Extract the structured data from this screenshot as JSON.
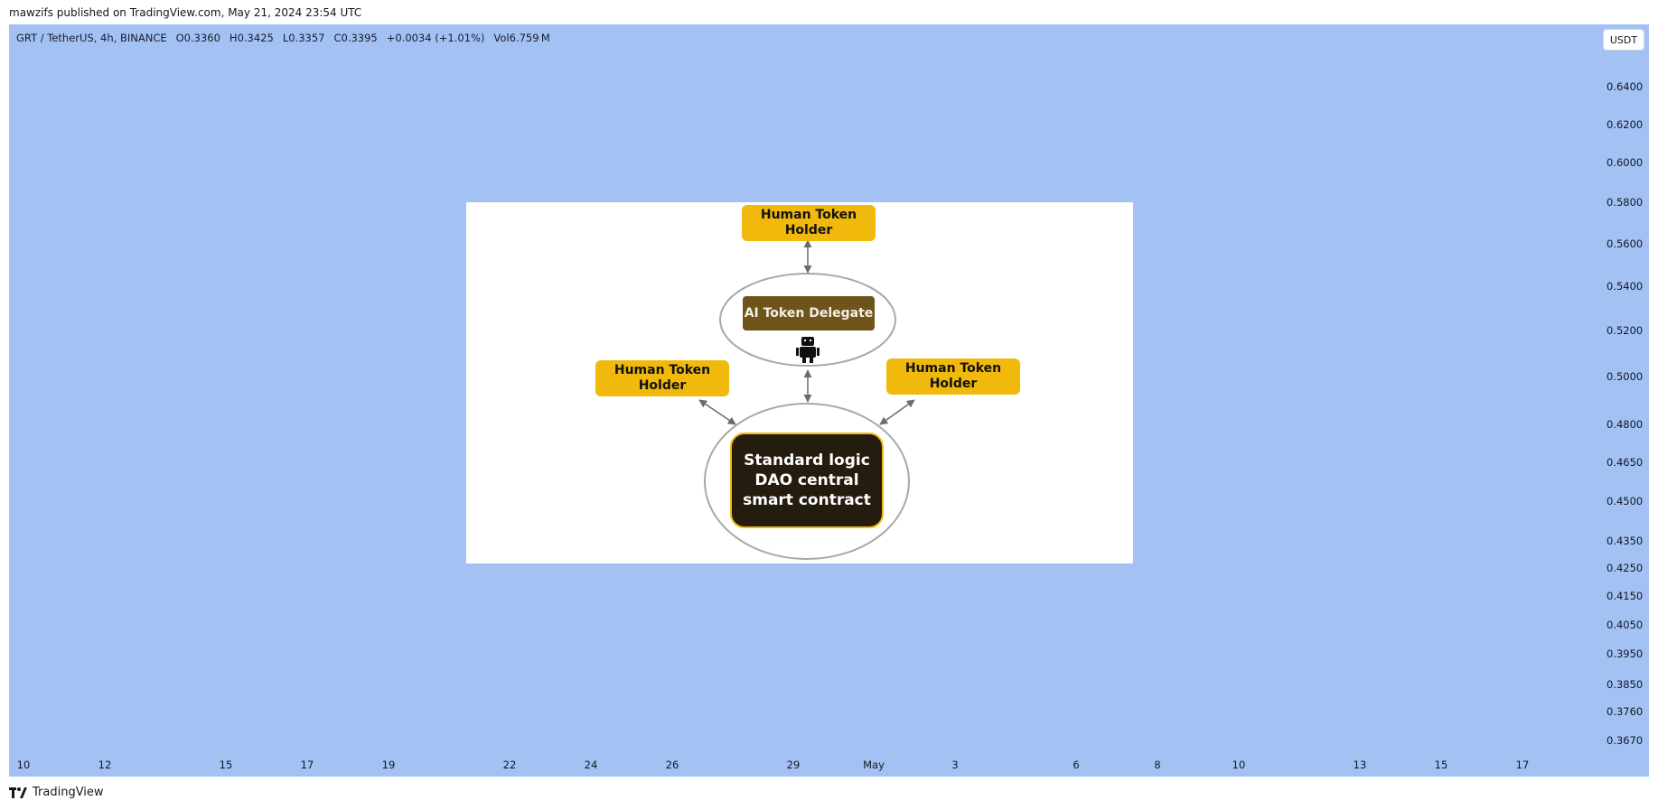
{
  "attribution": "mawzifs published on TradingView.com, May 21, 2024 23:54 UTC",
  "legend": {
    "symbol": "GRT / TetherUS, 4h, BINANCE",
    "open": "O0.3360",
    "high": "H0.3425",
    "low": "L0.3357",
    "close": "C0.3395",
    "change": "+0.0034 (+1.01%)",
    "volume": "Vol6.759 M"
  },
  "currency_button": "USDT",
  "price_axis": [
    "0.6400",
    "0.6200",
    "0.6000",
    "0.5800",
    "0.5600",
    "0.5400",
    "0.5200",
    "0.5000",
    "0.4800",
    "0.4650",
    "0.4500",
    "0.4350",
    "0.4250",
    "0.4150",
    "0.4050",
    "0.3950",
    "0.3850",
    "0.3760",
    "0.3670"
  ],
  "time_axis": [
    "10",
    "12",
    "15",
    "17",
    "19",
    "22",
    "24",
    "26",
    "29",
    "May",
    "3",
    "6",
    "8",
    "10",
    "13",
    "15",
    "17"
  ],
  "diagram": {
    "top_holder": "Human Token Holder",
    "ai_delegate": "AI Token Delegate",
    "left_holder": "Human Token Holder",
    "right_holder": "Human Token Holder",
    "central": "Standard logic DAO central smart contract"
  },
  "footer": {
    "brand": "TradingView"
  },
  "colors": {
    "chart_background": "#a3c2f3",
    "holder_box": "#f0b90b",
    "ai_box": "#6e531a",
    "central_box": "#241c0e"
  }
}
